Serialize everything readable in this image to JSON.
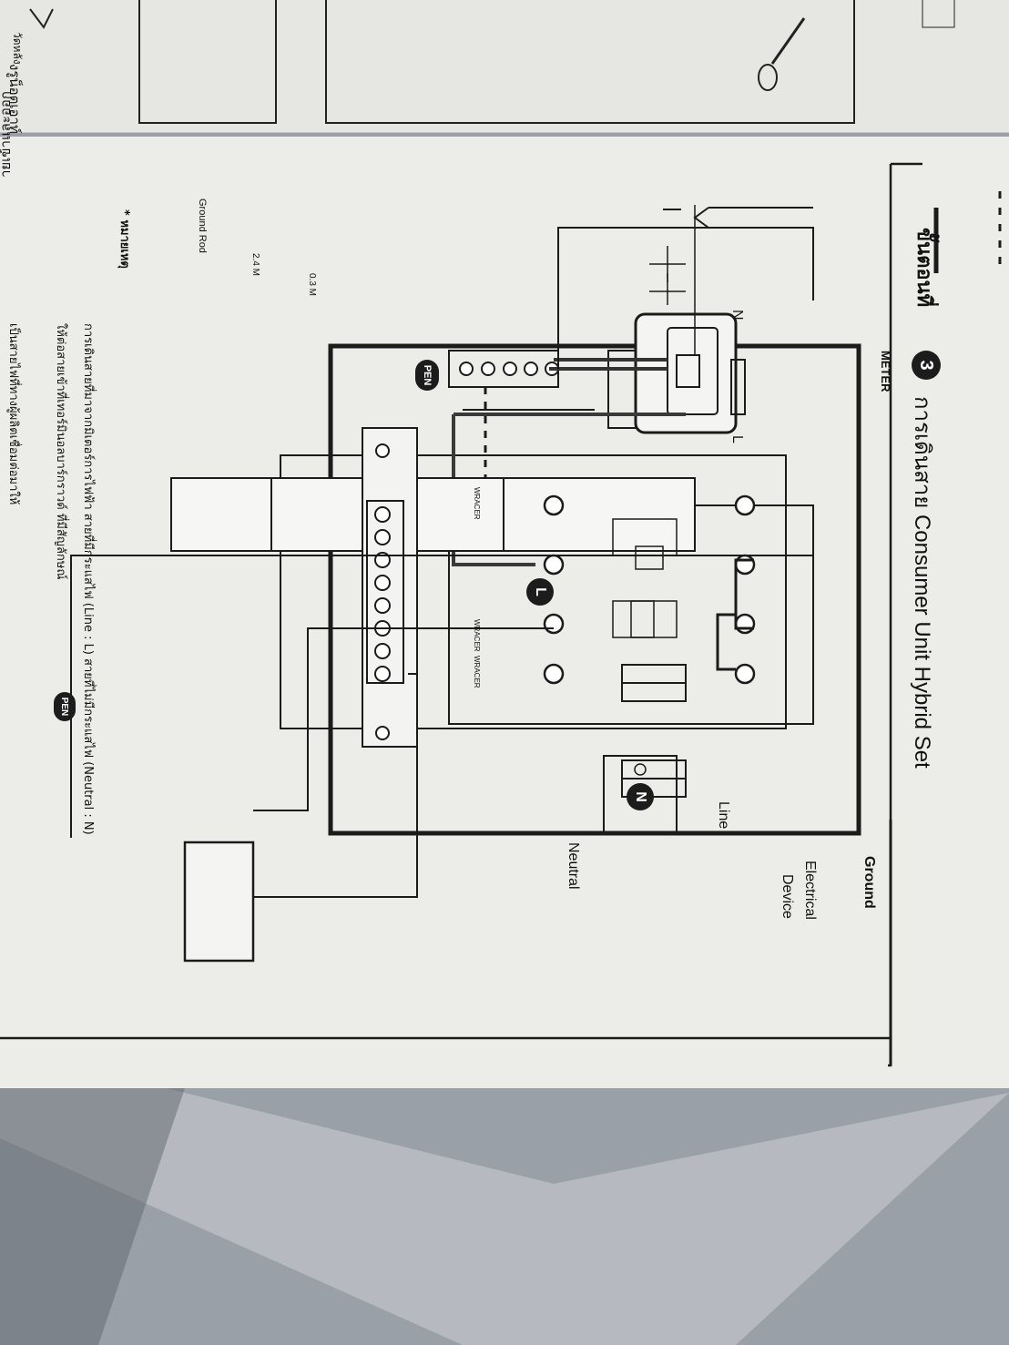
{
  "colors": {
    "paper": "#ededea",
    "ink": "#1b1b1b",
    "marble": "#8e949c",
    "badge": "#1c1c1c"
  },
  "header": {
    "step_label": "ขั้นตอนที่",
    "step_number": "3",
    "title": "การเดินสาย Consumer Unit Hybrid Set"
  },
  "meter": {
    "label": "METER",
    "terminal_n": "N",
    "terminal_l": "L"
  },
  "terminals": {
    "pen": "PEN",
    "line_badge": "L",
    "neutral_badge": "N"
  },
  "breakers": {
    "brand": "WRACER",
    "labels": [
      "WRACER",
      "WRACER",
      "WRACER"
    ]
  },
  "device": {
    "line1": "Electrical",
    "line2": "Device"
  },
  "wires": {
    "line": "Line",
    "neutral": "Neutral",
    "ground": "Ground"
  },
  "ground_rod": {
    "label": "Ground Rod",
    "depth1": "0.3 M",
    "depth2": "2.4 M"
  },
  "notes": {
    "heading": "* หมายเหตุ",
    "line1": "การเดินสายที่มาจากมิเตอร์การไฟฟ้า สายที่มีกระแสไฟ (Line : L) สายที่ไม่มีกระแสไฟ (Neutral : N)",
    "line2": "ให้ต่อสายเข้าที่เทอร์มินอลบาร์กราวด์ ที่มีสัญลักษณ์",
    "line2_badge": "PEN",
    "line3": "เป็นสายไฟที่ทางผู้ผลิตเชื่อมต่อมาให้"
  },
  "prev_page": {
    "text1": "ายเข้าและออก",
    "text2": "งรูน็อตเอาท์",
    "button": "วัดหลัง"
  }
}
